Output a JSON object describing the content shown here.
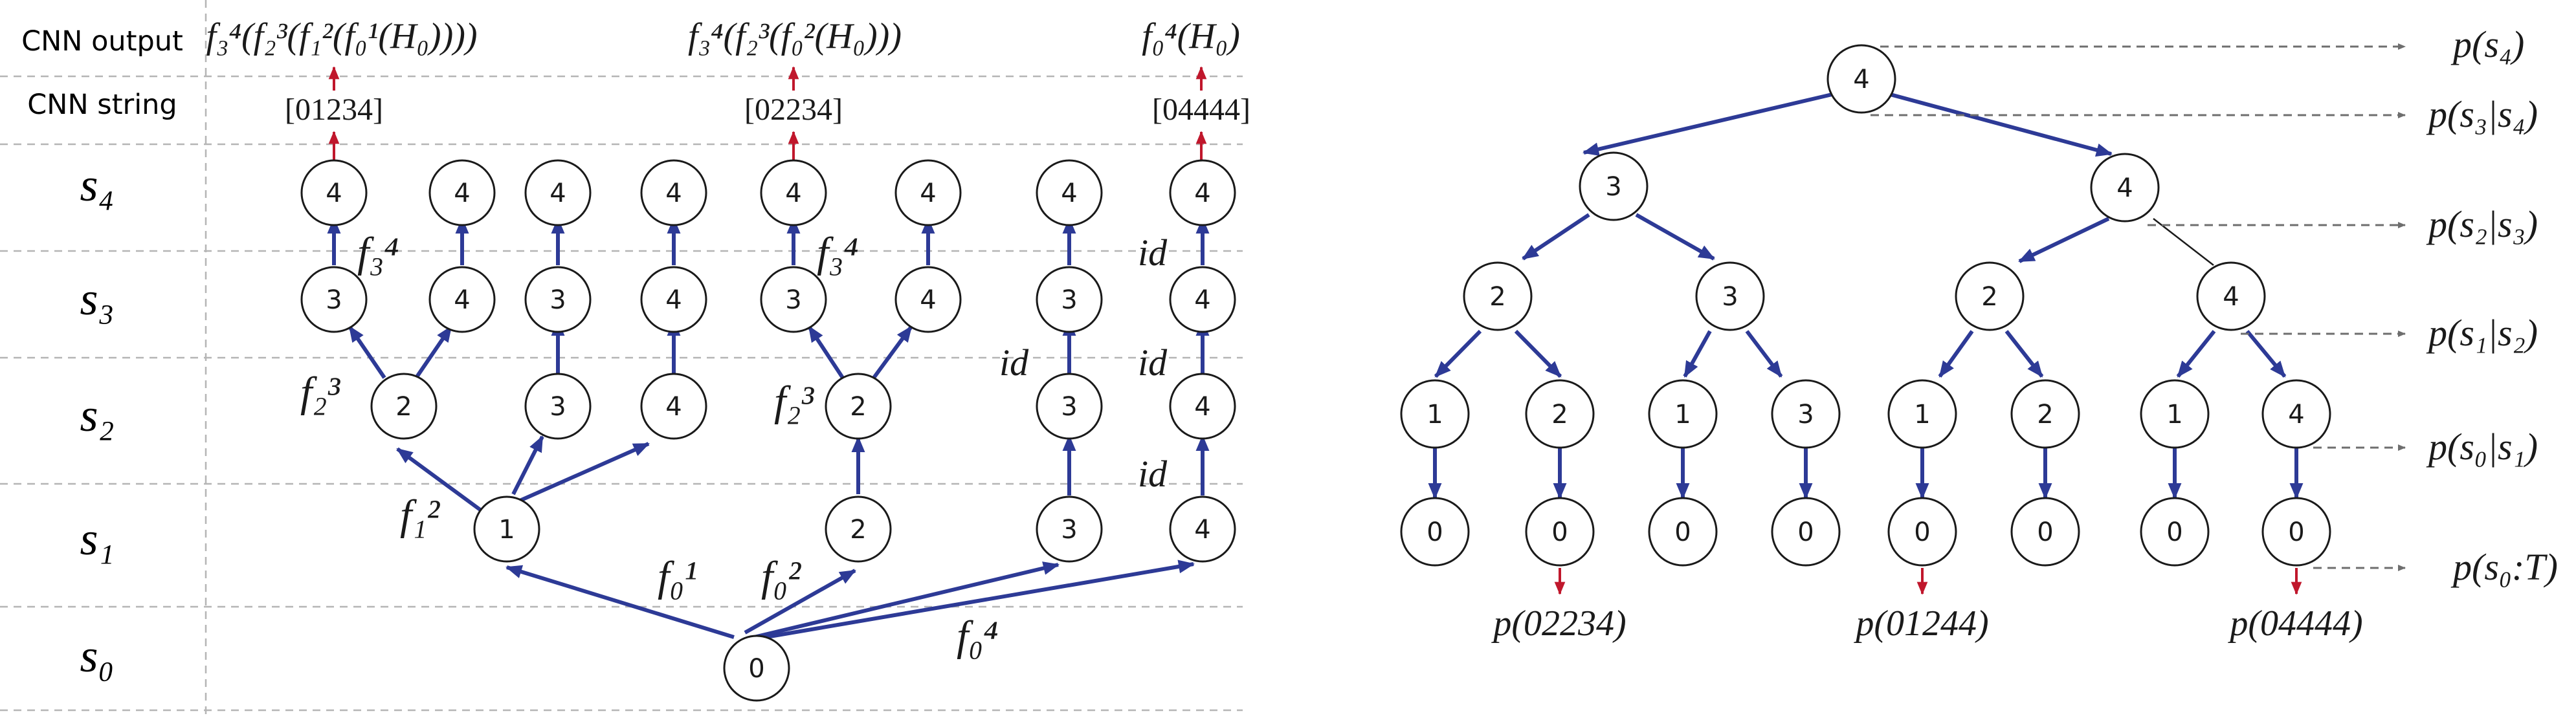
{
  "left_panel": {
    "row_labels": {
      "cnn_output": "CNN output",
      "cnn_string": "CNN string",
      "s4": "s₄",
      "s3": "s₃",
      "s2": "s₂",
      "s1": "s₁",
      "s0": "s₀"
    },
    "outputs": [
      "f₃⁴(f₂³(f₁²(f₀¹(H₀))))",
      "f₃⁴(f₂³(f₀²(H₀)))",
      "f₀⁴(H₀)"
    ],
    "strings": [
      "[01234]",
      "[02234]",
      "[04444]"
    ],
    "nodes": {
      "s0": [
        "0"
      ],
      "s1": [
        "1",
        "2",
        "3",
        "4"
      ],
      "s2": [
        "2",
        "3",
        "4",
        "2",
        "3",
        "4"
      ],
      "s3": [
        "3",
        "4",
        "3",
        "4",
        "3",
        "4",
        "3",
        "4"
      ],
      "s4": [
        "4",
        "4",
        "4",
        "4",
        "4",
        "4",
        "4",
        "4"
      ]
    },
    "edge_labels": {
      "f01": "f₀¹",
      "f02": "f₀²",
      "f04": "f₀⁴",
      "f12": "f₁²",
      "f23a": "f₂³",
      "f23b": "f₂³",
      "f34a": "f₃⁴",
      "f34b": "f₃⁴",
      "id_list": [
        "id",
        "id",
        "id",
        "id"
      ]
    }
  },
  "right_panel": {
    "levels": {
      "root": [
        "4"
      ],
      "l1": [
        "3",
        "4"
      ],
      "l2": [
        "2",
        "3",
        "2",
        "4"
      ],
      "l3": [
        "1",
        "2",
        "1",
        "3",
        "1",
        "2",
        "1",
        "4"
      ],
      "l4": [
        "0",
        "0",
        "0",
        "0",
        "0",
        "0",
        "0",
        "0"
      ]
    },
    "probabilities": [
      "p(s₄)",
      "p(s₃|s₄)",
      "p(s₂|s₃)",
      "p(s₁|s₂)",
      "p(s₀|s₁)",
      "p(s₀:T)"
    ],
    "leaf_probabilities": [
      "p(02234)",
      "p(01244)",
      "p(04444)"
    ]
  },
  "colors": {
    "edge_blue": "#2d3a96",
    "arrow_red": "#c0172c",
    "grid_gray": "#b5b5b5"
  }
}
